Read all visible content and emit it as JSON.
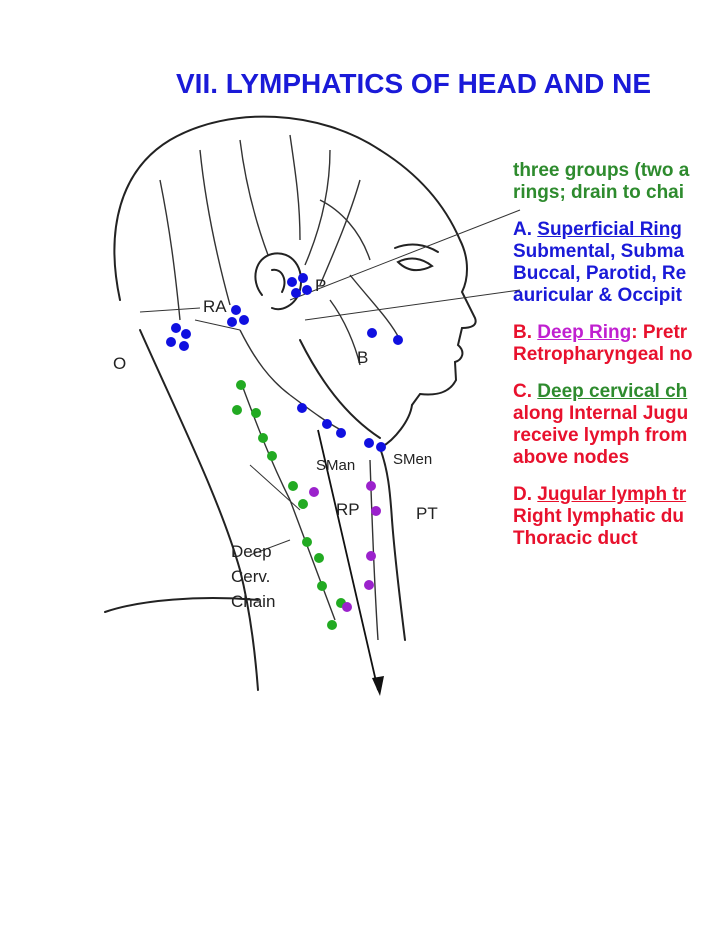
{
  "title": "VII. LYMPHATICS OF HEAD AND NE",
  "colors": {
    "title": "#1a1ad8",
    "intro": "#2e8b2e",
    "superficial": "#1a1ad8",
    "deep_ring": "#e8112d",
    "deep_ring_name": "#c020d0",
    "deep_cervical": "#e8112d",
    "jugular": "#e8112d",
    "node_blue": "#1010e0",
    "node_green": "#22aa22",
    "node_purple": "#9b22cc"
  },
  "figure_labels": {
    "o": "O",
    "ra": "RA",
    "p": "P",
    "b": "B",
    "sman": "SMan",
    "smen": "SMen",
    "rp": "RP",
    "pt": "PT",
    "deep": "Deep",
    "cerv": "Cerv.",
    "chain": "Chain"
  },
  "text": {
    "intro_line1": "three groups (two a",
    "intro_line2": "rings; drain to chai",
    "a_prefix": "A. ",
    "a_title": "Superficial Ring",
    "a_line2": "Submental, Subma",
    "a_line3": "Buccal, Parotid, Re",
    "a_line4": "auricular & Occipit",
    "b_prefix": "B. ",
    "b_title": "Deep Ring",
    "b_rest": ": Pretr",
    "b_line2": "Retropharyngeal no",
    "c_prefix": "C. ",
    "c_title": "Deep cervical ch",
    "c_line2": "along Internal Jugu",
    "c_line3": "receive lymph from",
    "c_line4": "above nodes",
    "d_prefix": "D. ",
    "d_title": "Jugular lymph tr",
    "d_line2": "Right lymphatic du",
    "d_line3": "Thoracic duct"
  }
}
